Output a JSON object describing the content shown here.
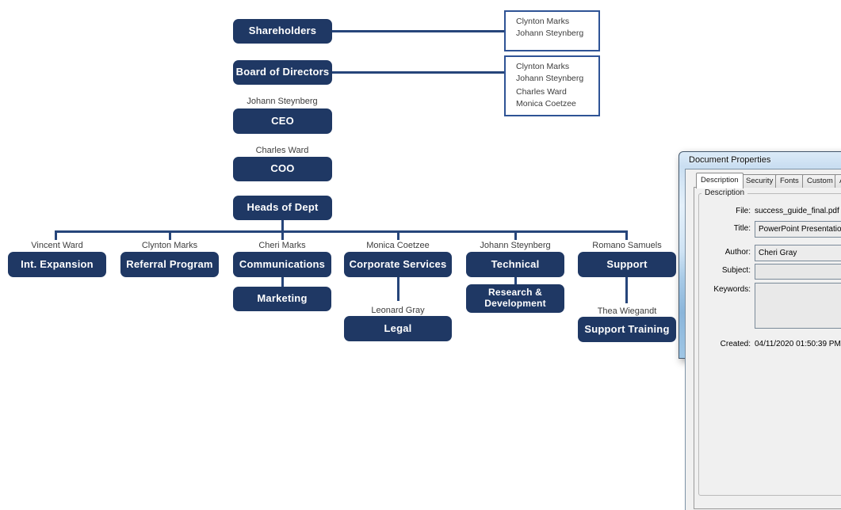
{
  "colors": {
    "org_box_fill": "#1f3864",
    "org_line": "#26457a",
    "members_border": "#2e5395",
    "dialog_glass": "#c9def1",
    "dialog_client_bg": "#f0f0f0"
  },
  "org_chart": {
    "shareholders": {
      "label": "Shareholders",
      "members": [
        "Clynton Marks",
        "Johann Steynberg"
      ]
    },
    "board_of_directors": {
      "label": "Board of Directors",
      "members": [
        "Clynton Marks",
        "Johann Steynberg",
        "Charles Ward",
        "Monica Coetzee"
      ]
    },
    "ceo": {
      "name": "Johann Steynberg",
      "label": "CEO"
    },
    "coo": {
      "name": "Charles Ward",
      "label": "COO"
    },
    "heads_of_dept": {
      "label": "Heads of Dept"
    },
    "departments": [
      {
        "head": "Vincent Ward",
        "label": "Int. Expansion"
      },
      {
        "head": "Clynton Marks",
        "label": "Referral Program"
      },
      {
        "head": "Cheri Marks",
        "label": "Communications"
      },
      {
        "head": "Monica Coetzee",
        "label": "Corporate Services"
      },
      {
        "head": "Johann Steynberg",
        "label": "Technical"
      },
      {
        "head": "Romano Samuels",
        "label": "Support"
      }
    ],
    "sub_units": [
      {
        "label": "Marketing"
      },
      {
        "head": "Leonard Gray",
        "label": "Legal"
      },
      {
        "label": "Research & Development"
      },
      {
        "head": "Thea Wiegandt",
        "label": "Support Training"
      }
    ]
  },
  "dialog": {
    "title": "Document Properties",
    "tabs": [
      "Description",
      "Security",
      "Fonts",
      "Custom",
      "Advanced"
    ],
    "active_tab": "Description",
    "group_label": "Description",
    "fields": {
      "file": {
        "label": "File:",
        "value": "success_guide_final.pdf"
      },
      "title": {
        "label": "Title:",
        "value": "PowerPoint Presentation"
      },
      "author": {
        "label": "Author:",
        "value": "Cheri Gray"
      },
      "subject": {
        "label": "Subject:",
        "value": ""
      },
      "keywords": {
        "label": "Keywords:",
        "value": ""
      },
      "created": {
        "label": "Created:",
        "value": "04/11/2020 01:50:39 PM"
      }
    }
  }
}
